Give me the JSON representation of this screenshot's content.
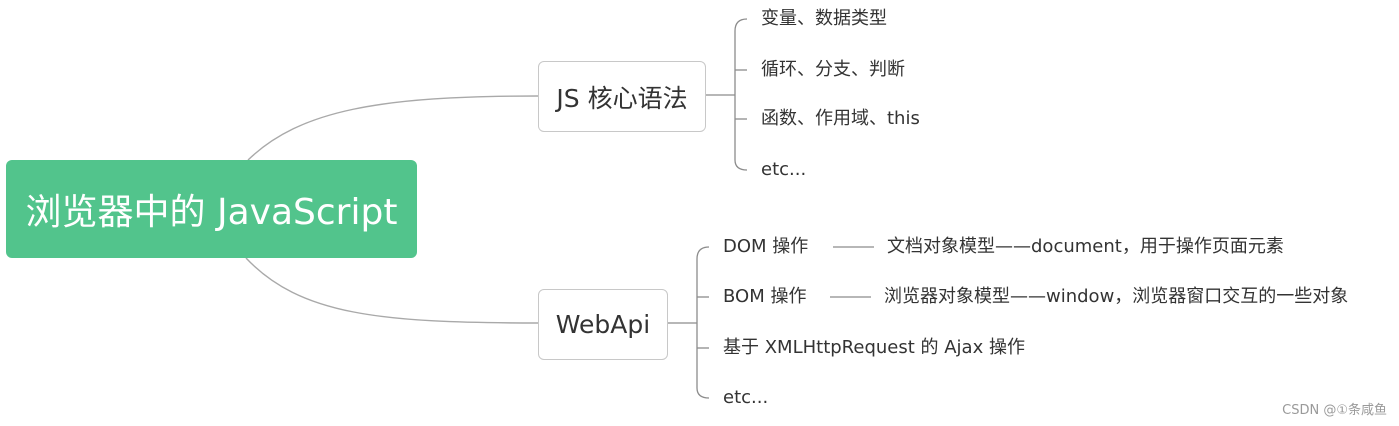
{
  "root": {
    "label": "浏览器中的 JavaScript"
  },
  "branches": [
    {
      "label": "JS 核心语法",
      "children": [
        {
          "label": "变量、数据类型"
        },
        {
          "label": "循环、分支、判断"
        },
        {
          "label": "函数、作用域、this"
        },
        {
          "label": "etc..."
        }
      ]
    },
    {
      "label": "WebApi",
      "children": [
        {
          "label": "DOM 操作",
          "detail": "文档对象模型——document，用于操作页面元素"
        },
        {
          "label": "BOM 操作",
          "detail": "浏览器对象模型——window，浏览器窗口交互的一些对象"
        },
        {
          "label": "基于 XMLHttpRequest 的 Ajax 操作"
        },
        {
          "label": "etc..."
        }
      ]
    }
  ],
  "watermark": "CSDN @①条咸鱼",
  "colors": {
    "root_fill": "#52c48c",
    "link": "#a9a9a9",
    "text": "#333333"
  }
}
